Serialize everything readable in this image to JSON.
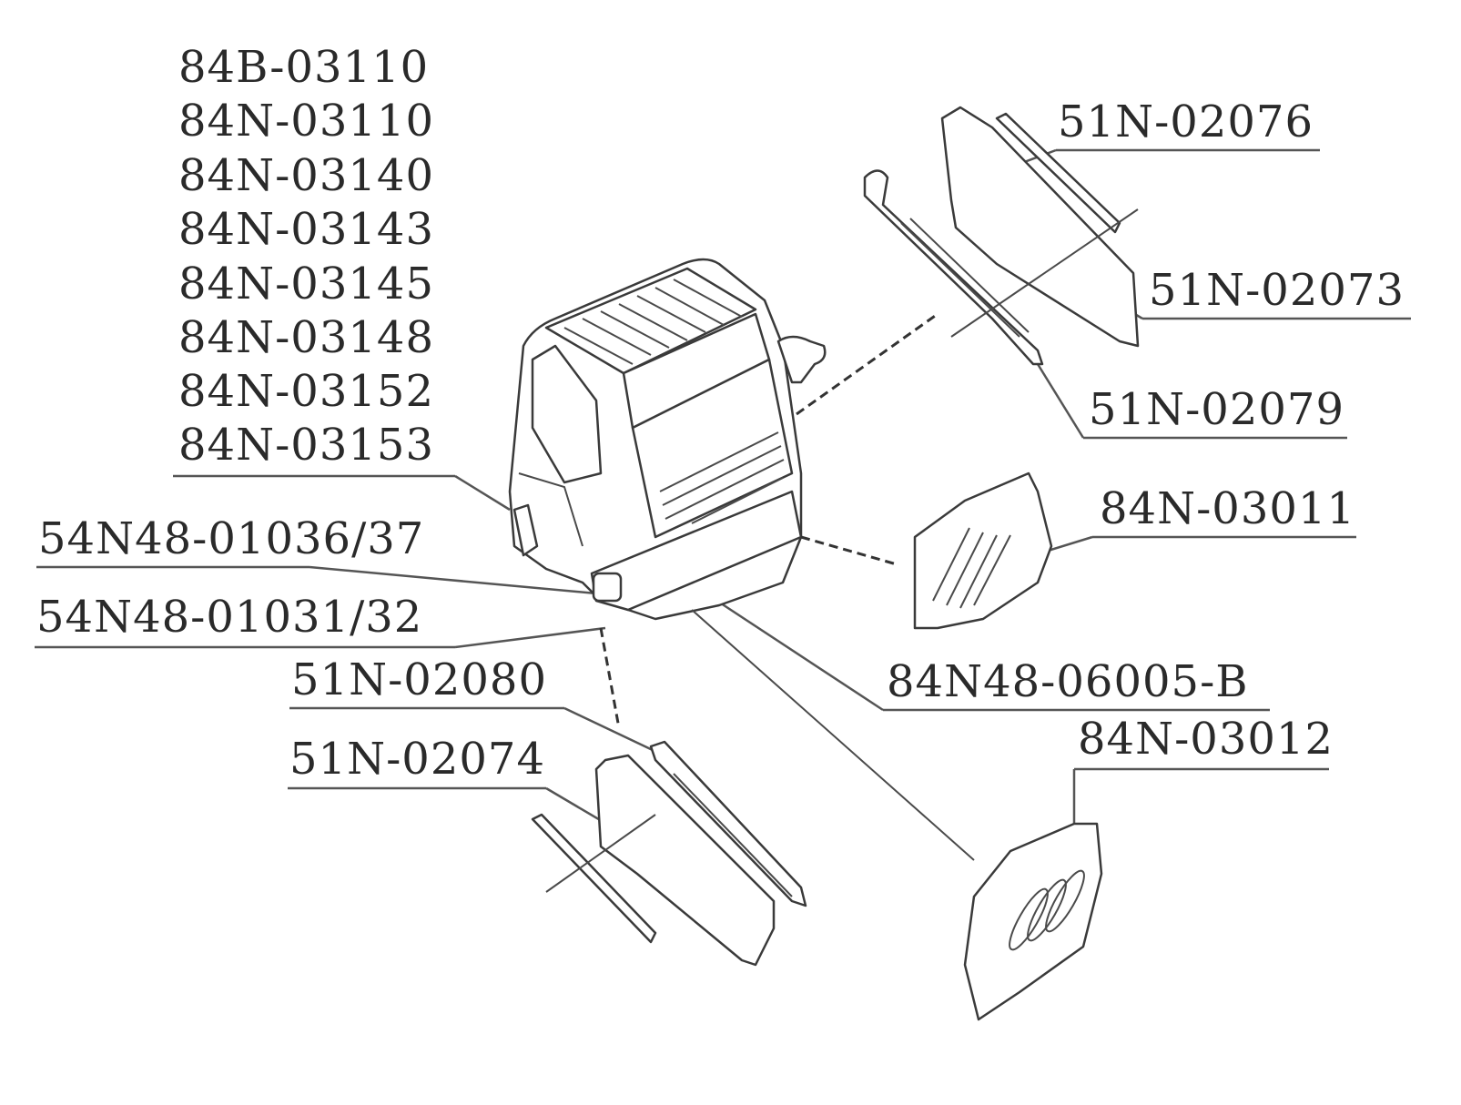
{
  "labels": {
    "l84B_03110": "84B-03110",
    "l84N_03110": "84N-03110",
    "l84N_03140": "84N-03140",
    "l84N_03143": "84N-03143",
    "l84N_03145": "84N-03145",
    "l84N_03148": "84N-03148",
    "l84N_03152": "84N-03152",
    "l84N_03153": "84N-03153",
    "l54N48_01036": "54N48-01036/37",
    "l54N48_01031": "54N48-01031/32",
    "l51N_02080": "51N-02080",
    "l51N_02074": "51N-02074",
    "l51N_02076": "51N-02076",
    "l51N_02073": "51N-02073",
    "l51N_02079": "51N-02079",
    "l84N_03011": "84N-03011",
    "l84N48_06005": "84N48-06005-B",
    "l84N_03012": "84N-03012"
  },
  "colors": {
    "ink": "#2a2a2a",
    "background": "#ffffff"
  }
}
